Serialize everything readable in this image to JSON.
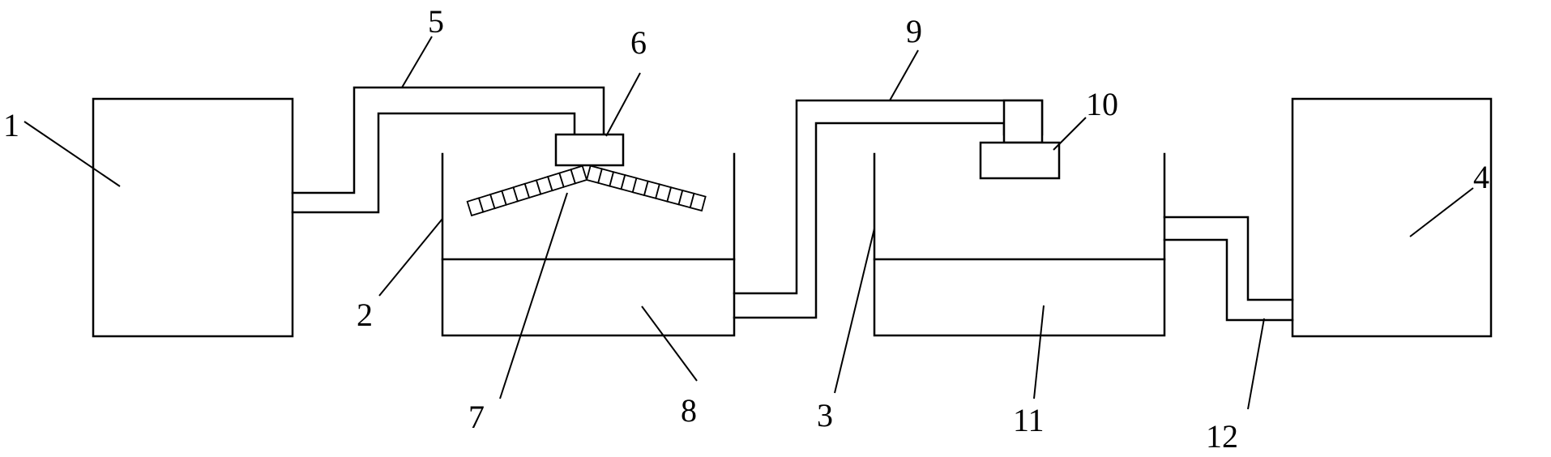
{
  "labels": {
    "l1": "1",
    "l2": "2",
    "l3": "3",
    "l4": "4",
    "l5": "5",
    "l6": "6",
    "l7": "7",
    "l8": "8",
    "l9": "9",
    "l10": "10",
    "l11": "11",
    "l12": "12"
  },
  "colors": {
    "stroke": "#000000",
    "background": "#ffffff"
  }
}
